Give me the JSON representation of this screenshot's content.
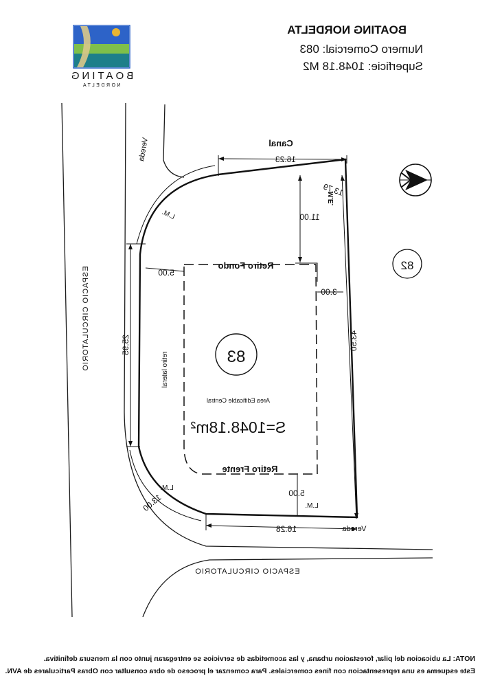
{
  "header": {
    "title": "BOATING NORDELTA",
    "commercial_number": "Numero Comercial: 083",
    "surface": "Superficie:  1048.18 M2"
  },
  "logo": {
    "word_main": "BOATING",
    "word_sub": "NORDELTA",
    "sky_color": "#2d63c8",
    "sun_color": "#e9b532",
    "land_color": "#7fbf4a",
    "water_color": "#1e7f8a"
  },
  "plan": {
    "lot_number": "83",
    "neighbor_lot_number": "82",
    "north_arrow_icon": "north-arrow-icon",
    "labels": {
      "canal": "Canal",
      "retiro_fondo": "Retiro Fondo",
      "retiro_frente": "Retiro Frente",
      "retiro_lateral": "retiro lateral",
      "area_edificable": "Area Edificable Central",
      "area_value": "S=1048.18m²",
      "espacio_circulatorio_left": "ESPACIO CIRCULATORIO",
      "espacio_circulatorio_bottom": "ESPACIO CIRCULATORIO",
      "vereda_top": "Vereda",
      "vereda_bottom": "Vereda",
      "me": "M.E.",
      "lm_curve": "L.M.",
      "lm_front": "L.M.",
      "lm_right": "L.M."
    },
    "dimensions": {
      "canal_width": "16.23",
      "rear_setback": "11.00",
      "curve_top": "13.79",
      "side_setback": "5.00",
      "right_setback": "3.00",
      "right_side": "43.50",
      "left_side": "25.95",
      "front_setback": "5.00",
      "curve_bottom": "13.00",
      "front_width": "16.28"
    }
  },
  "footer": {
    "note_line1": "NOTA: La ubicacion del pilar, forestacion urbana, y las acometidas de servicios se entregaran junto con la mensura definitiva.",
    "note_line2": "Este esquema es una representacion con fines comerciales. Para comenzar el proceso de obra consultar con Obras Particulares de AVN."
  }
}
